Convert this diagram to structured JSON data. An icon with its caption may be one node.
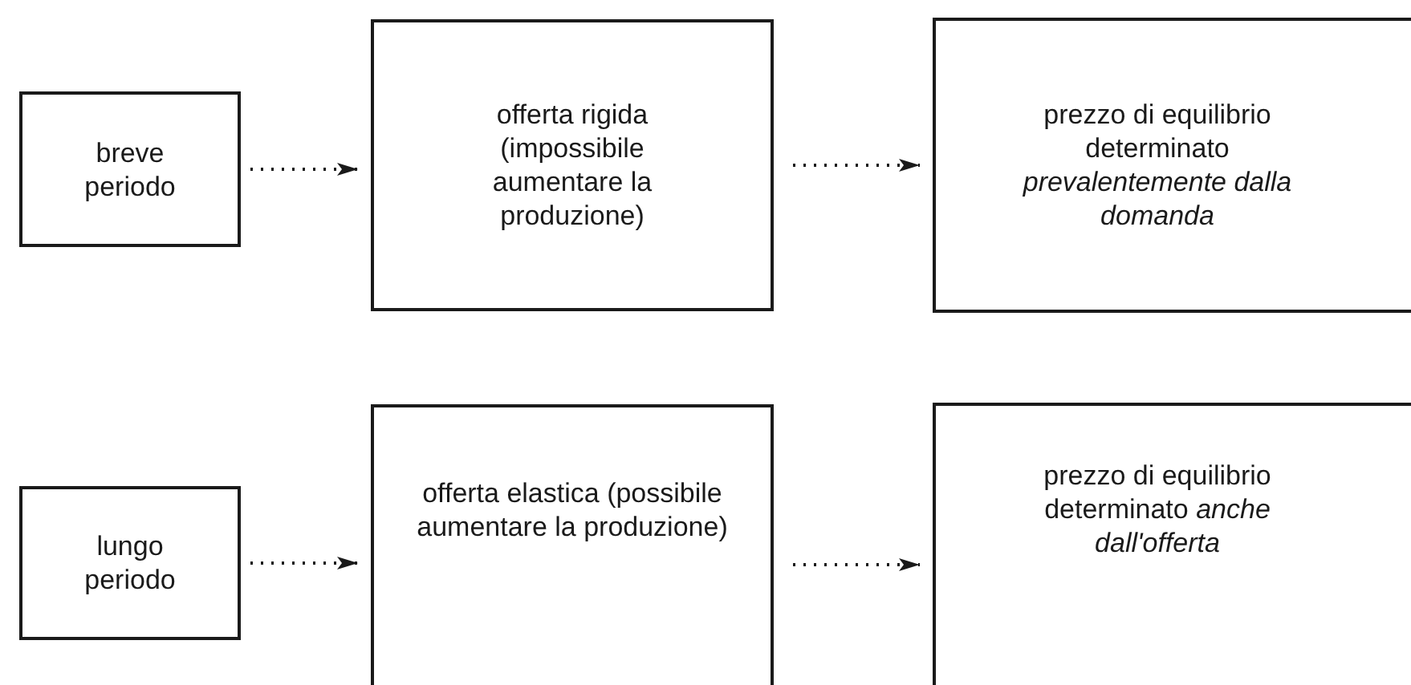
{
  "diagram": {
    "nodes": [
      {
        "text": [
          "breve periodo"
        ]
      },
      {
        "text": [
          "offerta rigida (impossibile aumentare la produzione)"
        ]
      },
      {
        "text": [
          "prezzo di equilibrio determinato *prevalentemente dalla domanda*"
        ]
      },
      {
        "text": [
          "lungo periodo"
        ]
      },
      {
        "text": [
          "offerta elastica (possibile aumentare la produzione)"
        ]
      },
      {
        "text": [
          "prezzo di equilibrio determinato *anche dall'offerta*"
        ]
      }
    ],
    "edges": [
      {
        "from": 0,
        "to": 1,
        "arrow": "to"
      },
      {
        "from": 1,
        "to": 2,
        "arrow": "to"
      },
      {
        "from": 3,
        "to": 4,
        "arrow": "to"
      },
      {
        "from": 4,
        "to": 5,
        "arrow": "to"
      }
    ]
  }
}
